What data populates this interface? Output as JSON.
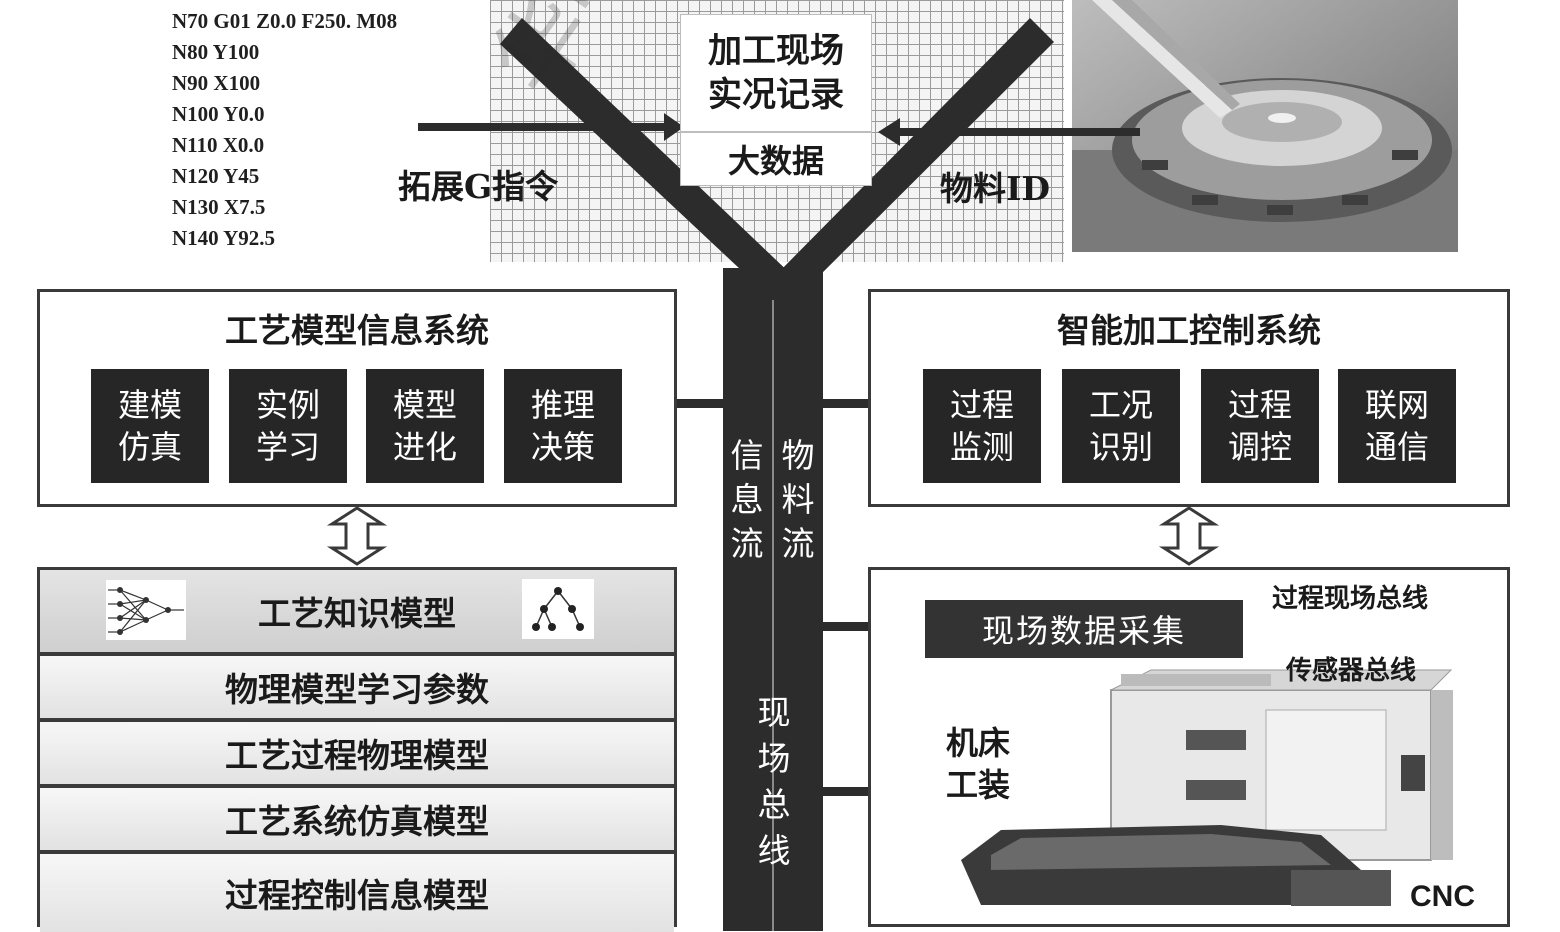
{
  "gcode": [
    "N70 G01 Z0.0 F250. M08",
    "N80 Y100",
    "N90 X100",
    "N100 Y0.0",
    "N110 X0.0",
    "N120 Y45",
    "N130 X7.5",
    "N140 Y92.5"
  ],
  "top": {
    "record_line1": "加工现场",
    "record_line2": "实况记录",
    "big_data": "大数据",
    "extended_g": "拓展G指令",
    "material_id": "物料ID"
  },
  "watermark": "华中科技",
  "left_panel": {
    "title": "工艺模型信息系统",
    "boxes": [
      {
        "line1": "建模",
        "line2": "仿真"
      },
      {
        "line1": "实例",
        "line2": "学习"
      },
      {
        "line1": "模型",
        "line2": "进化"
      },
      {
        "line1": "推理",
        "line2": "决策"
      }
    ]
  },
  "right_panel": {
    "title": "智能加工控制系统",
    "boxes": [
      {
        "line1": "过程",
        "line2": "监测"
      },
      {
        "line1": "工况",
        "line2": "识别"
      },
      {
        "line1": "过程",
        "line2": "调控"
      },
      {
        "line1": "联网",
        "line2": "通信"
      }
    ]
  },
  "trunk": {
    "info_flow": "信息流",
    "material_flow": "物料流",
    "field_bus": "现场总线"
  },
  "knowledge": {
    "header": "工艺知识模型",
    "layers": [
      "物理模型学习参数",
      "工艺过程物理模型",
      "工艺系统仿真模型",
      "过程控制信息模型"
    ]
  },
  "field": {
    "collect": "现场数据采集",
    "process_bus": "过程现场总线",
    "sensor_bus": "传感器总线",
    "machine_line1": "机床",
    "machine_line2": "工装",
    "cnc": "CNC"
  },
  "colors": {
    "trunk": "#2c2c2c",
    "dark_box": "#262626",
    "grid": "#9a9a9a",
    "panel_border": "#3a3a3a"
  }
}
